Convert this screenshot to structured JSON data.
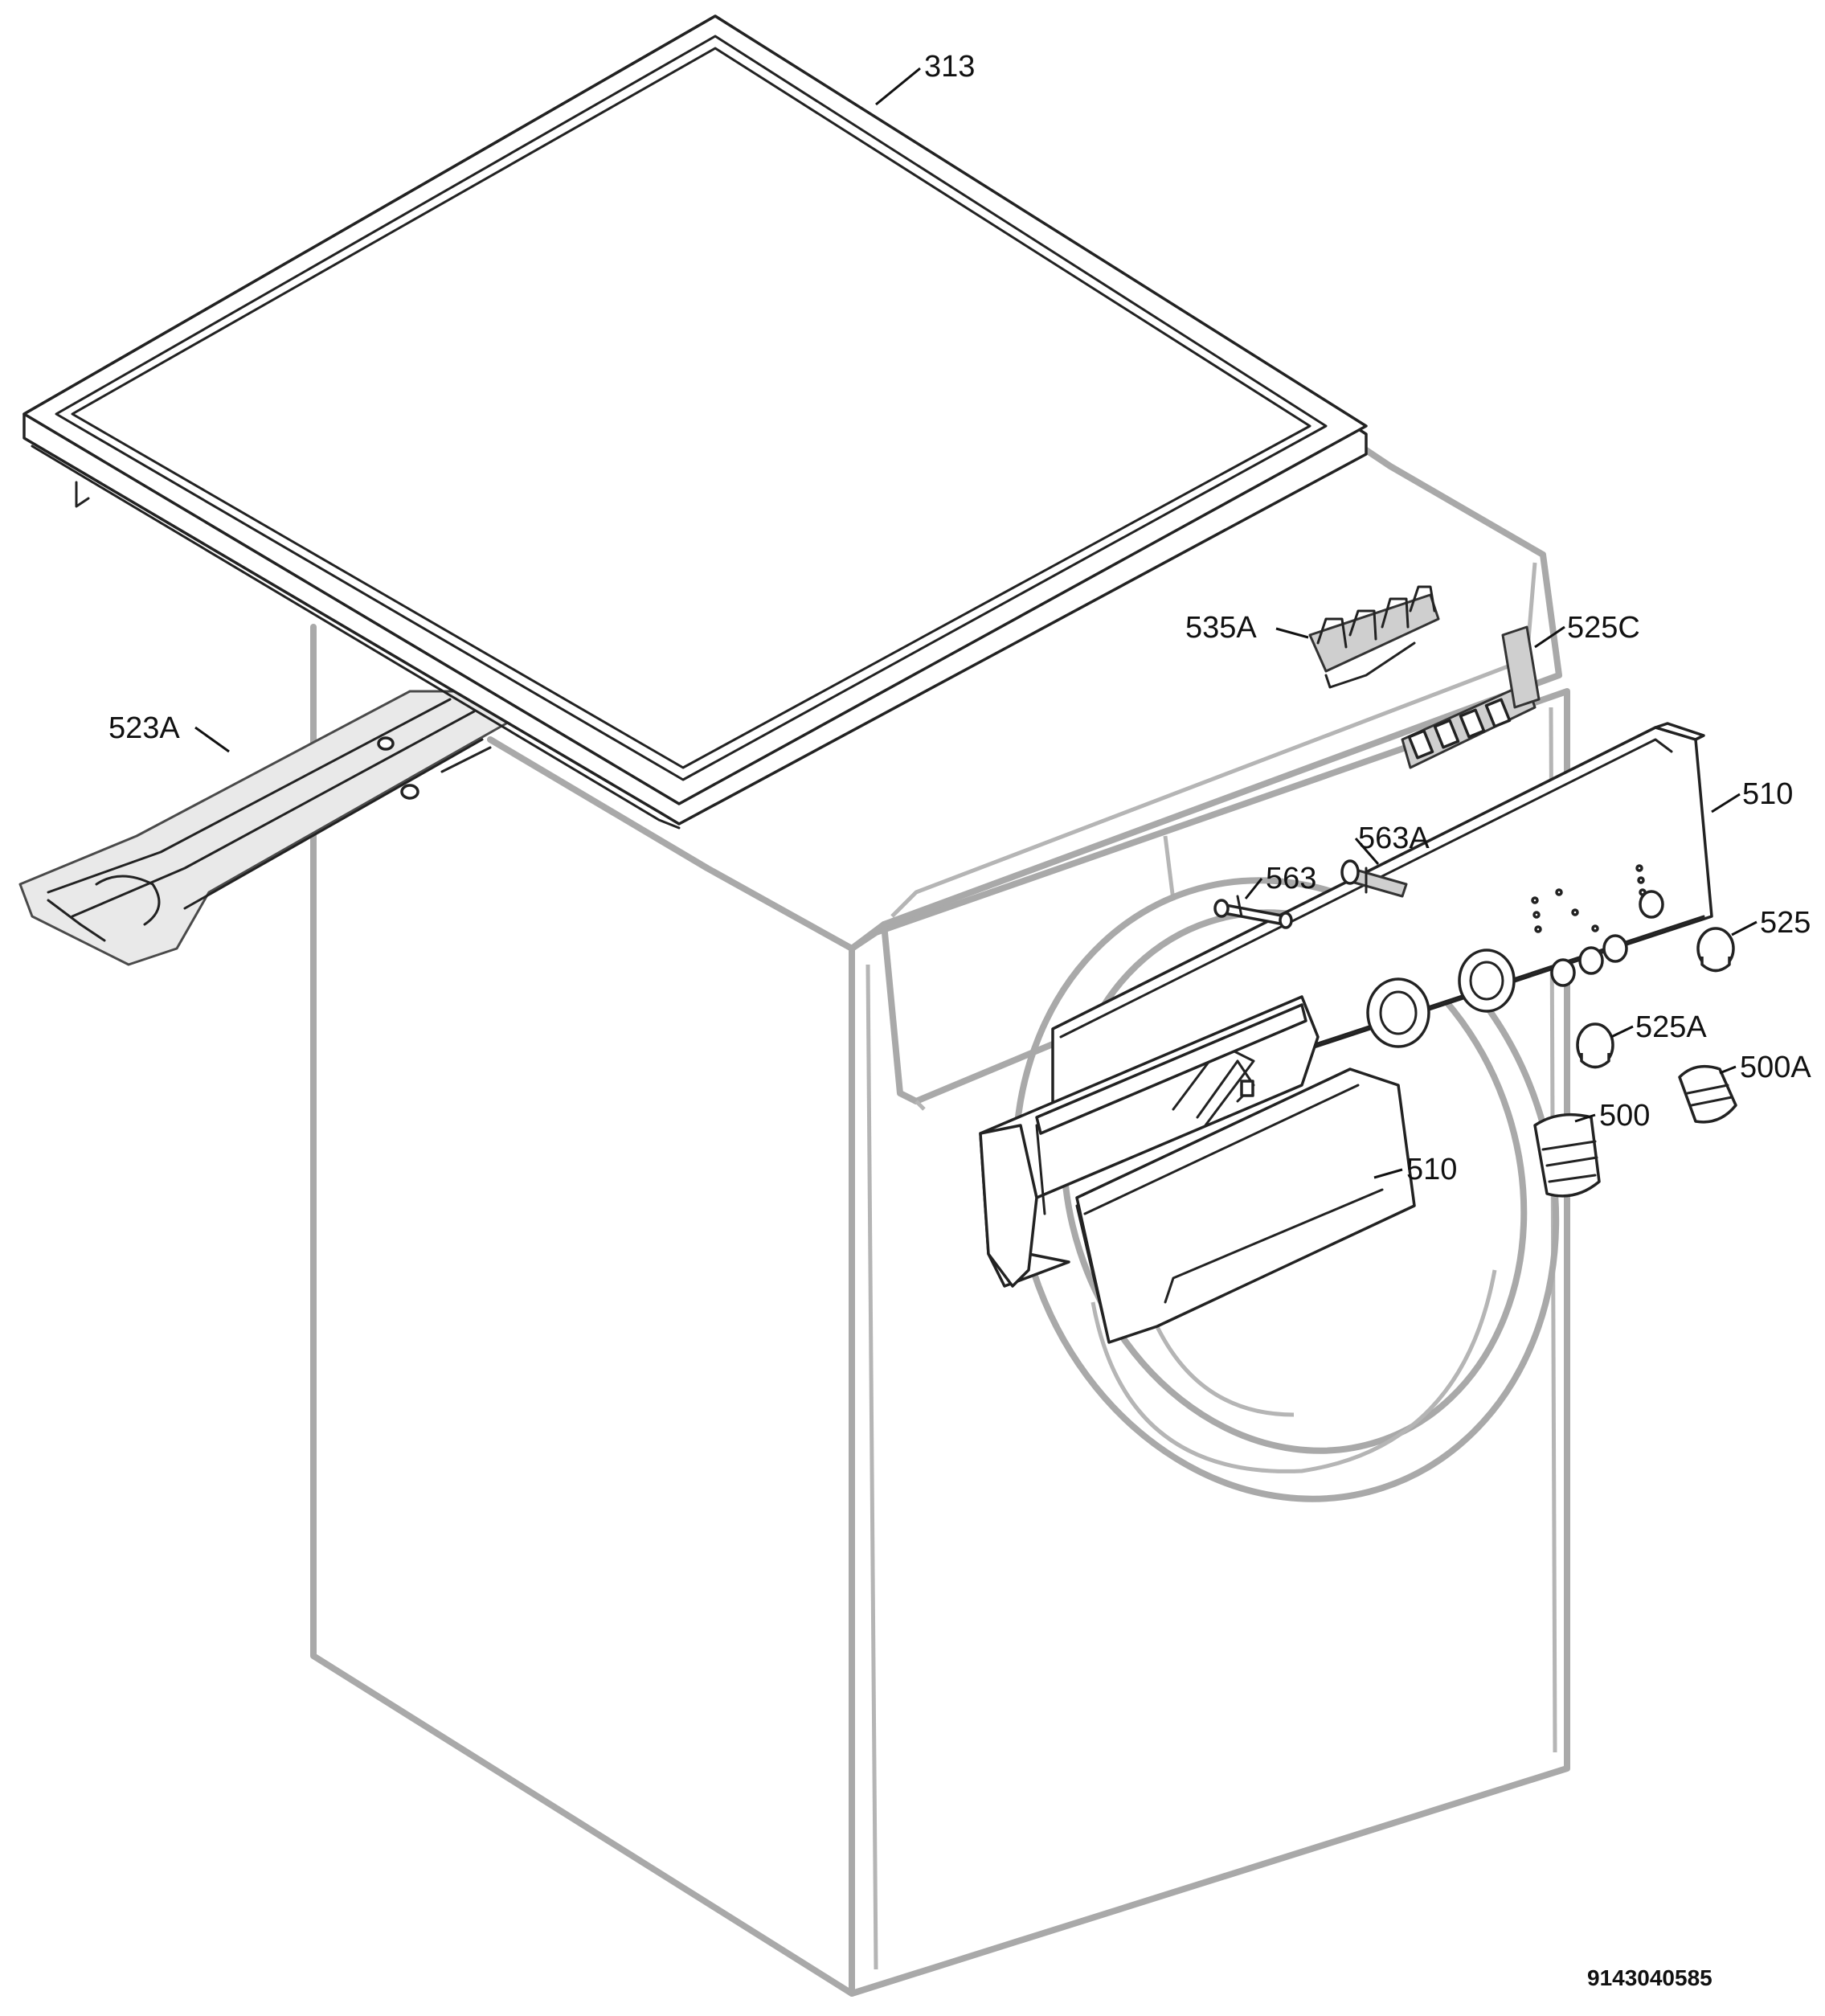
{
  "diagram": {
    "labels": {
      "p313": "313",
      "p535a": "535A",
      "p525c": "525C",
      "p523a": "523A",
      "p510_top": "510",
      "p563a": "563A",
      "p563": "563",
      "p525": "525",
      "p525a": "525A",
      "p500a": "500A",
      "p500": "500",
      "p510_drawer": "510"
    },
    "document_id": "9143040585"
  }
}
